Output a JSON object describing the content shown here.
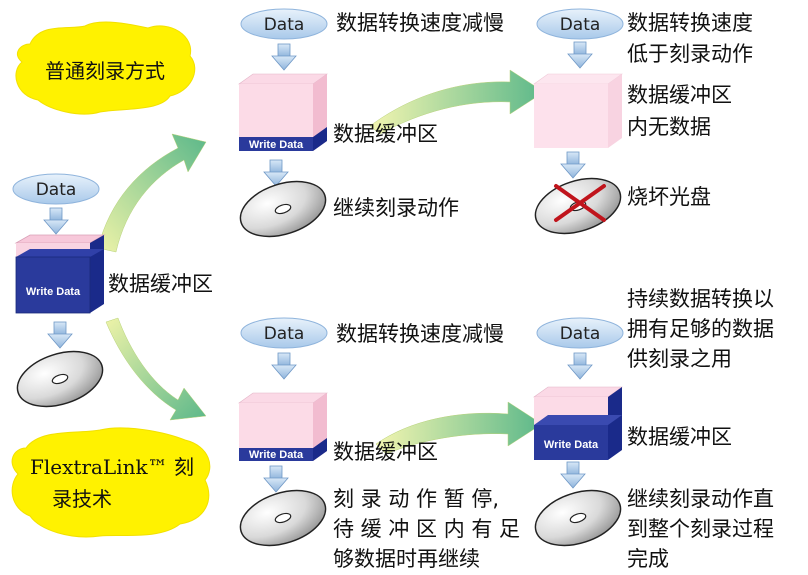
{
  "data_label": "Data",
  "write_data_label": "Write Data",
  "buffer_label": "数据缓冲区",
  "blobs": {
    "normal": "普通刻录方式",
    "flextra_line1": "FlextraLink™ 刻",
    "flextra_line2": "录技术"
  },
  "top_branch": {
    "middle_speed": "数据转换速度减慢",
    "middle_buffer": "数据缓冲区",
    "middle_continue": "继续刻录动作",
    "right_speed_line1": "数据转换速度",
    "right_speed_line2": "低于刻录动作",
    "right_buffer_line1": "数据缓冲区",
    "right_buffer_line2": "内无数据",
    "right_result": "烧坏光盘"
  },
  "bottom_branch": {
    "middle_speed": "数据转换速度减慢",
    "middle_buffer": "数据缓冲区",
    "middle_pause_line1": "刻 录 动 作 暂 停,",
    "middle_pause_line2": "待 缓 冲 区 内 有 足",
    "middle_pause_line3": "够数据时再继续",
    "right_keep_line1": "持续数据转换以",
    "right_keep_line2": "拥有足够的数据",
    "right_keep_line3": "供刻录之用",
    "right_buffer": "数据缓冲区",
    "right_result_line1": "继续刻录动作直",
    "right_result_line2": "到整个刻录过程",
    "right_result_line3": "完成"
  }
}
